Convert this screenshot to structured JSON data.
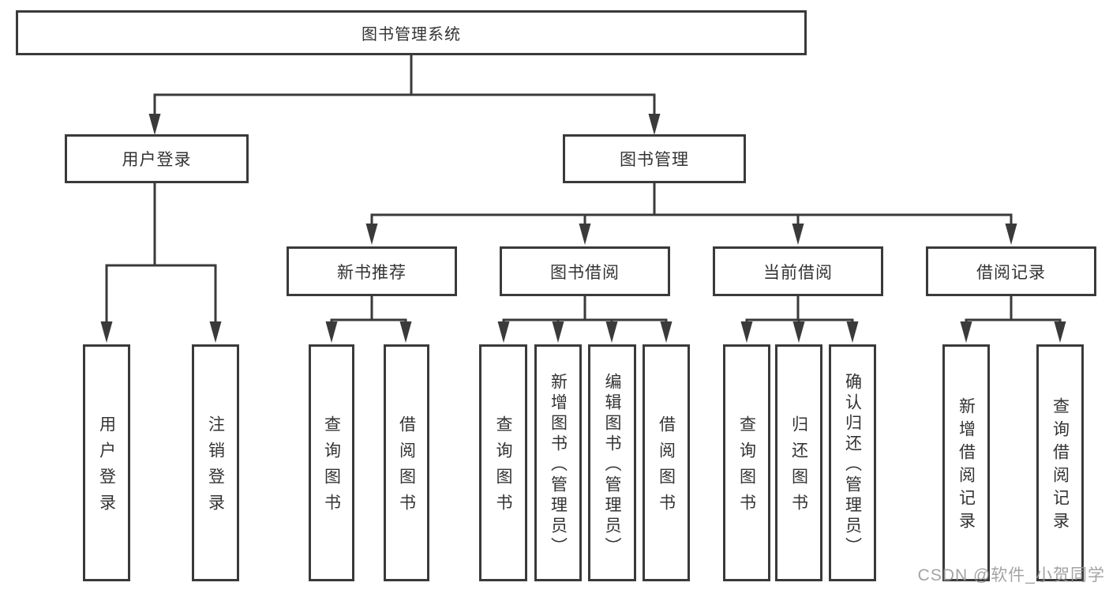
{
  "diagram": {
    "root": {
      "label": "图书管理系统"
    },
    "level2": [
      {
        "label": "用户登录"
      },
      {
        "label": "图书管理"
      }
    ],
    "level3": [
      {
        "label": "新书推荐"
      },
      {
        "label": "图书借阅"
      },
      {
        "label": "当前借阅"
      },
      {
        "label": "借阅记录"
      }
    ],
    "leaves": {
      "user_login": [
        "用户登录",
        "注销登录"
      ],
      "new_book_recommend": [
        "查询图书",
        "借阅图书"
      ],
      "book_borrow": [
        "查询图书",
        "新增图书（管理员）",
        "编辑图书（管理员）",
        "借阅图书"
      ],
      "current_borrow": [
        "查询图书",
        "归还图书",
        "确认归还（管理员）"
      ],
      "borrow_records": [
        "新增借阅记录",
        "查询借阅记录"
      ]
    }
  },
  "watermark": {
    "text": "CSDN @软件_小贺同学"
  },
  "colors": {
    "line": "#3a3a3a",
    "text": "#333333",
    "background": "#ffffff",
    "watermark": "#969696"
  }
}
